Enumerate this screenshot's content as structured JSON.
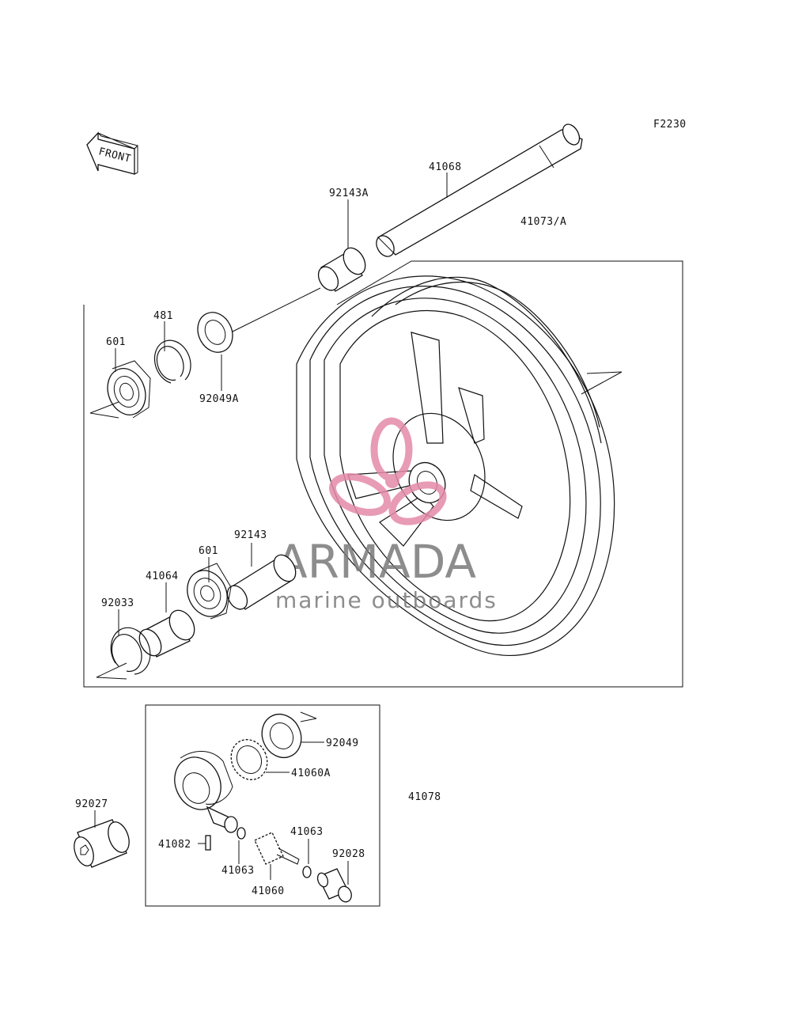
{
  "figure_code": "F2230",
  "front_label": "FRONT",
  "parts": {
    "p41068": "41068",
    "p92143A": "92143A",
    "p41073A": "41073/A",
    "p481": "481",
    "p601_top": "601",
    "p92049A": "92049A",
    "p92143": "92143",
    "p601_bottom": "601",
    "p41064": "41064",
    "p92033": "92033",
    "p92049": "92049",
    "p41060A": "41060A",
    "p41078": "41078",
    "p92027": "92027",
    "p41082": "41082",
    "p41063_left": "41063",
    "p41063_right": "41063",
    "p92028": "92028",
    "p41060": "41060"
  },
  "watermark": {
    "brand": "ARMADA",
    "tagline": "marine outboards",
    "color": "#e58aa8"
  }
}
